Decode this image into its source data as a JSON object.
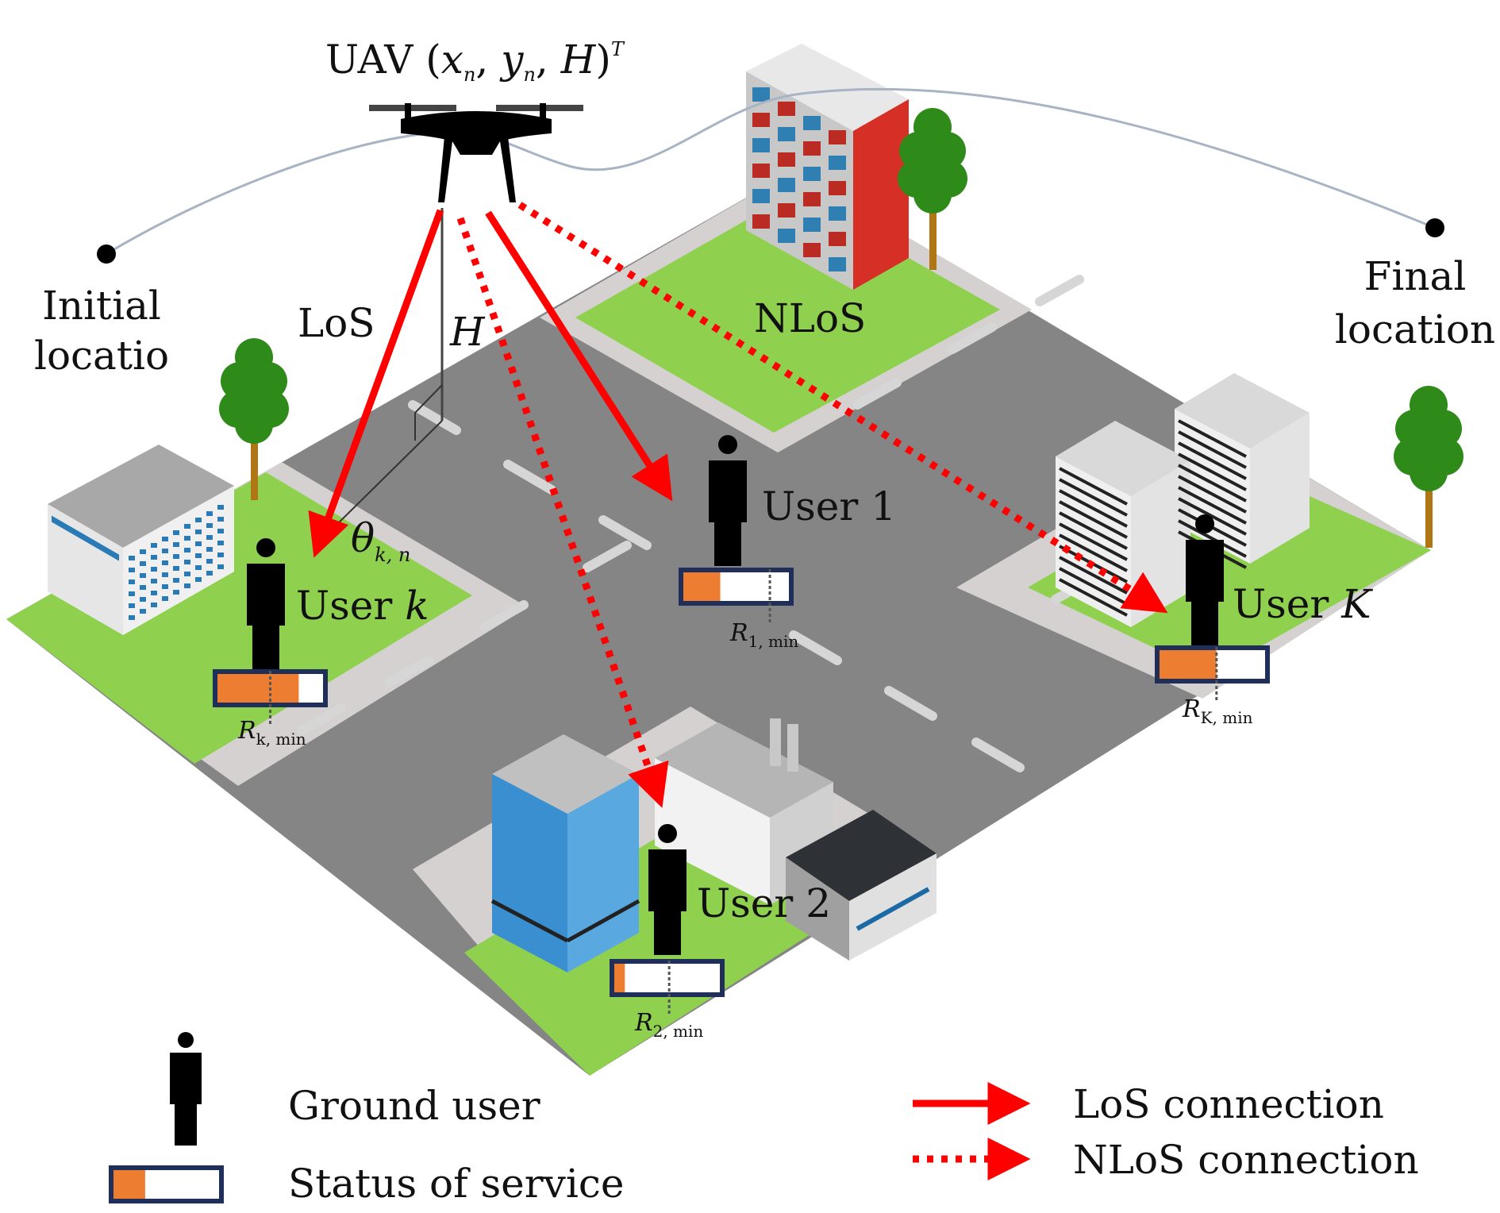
{
  "figure": {
    "uav_label": {
      "prefix": "UAV (",
      "x": "x",
      "x_sub": "n",
      "sep1": ", ",
      "y": "y",
      "y_sub": "n",
      "sep2": ", ",
      "h": "H",
      "suffix": ")",
      "sup": "T"
    },
    "trajectory": {
      "start_label": [
        "Initial",
        "locatio"
      ],
      "end_label": [
        "Final",
        "location"
      ]
    },
    "los_label": "LoS",
    "nlos_label": "NLoS",
    "height_label": "H",
    "angle_label": {
      "symbol": "θ",
      "sub": "k, n"
    },
    "colors": {
      "grass": "#8fd14f",
      "sidewalk": "#d4d1d0",
      "road": "#858585",
      "lane_mark": "#d6d6d6",
      "arrow": "#ff0000",
      "bar_fill": "#ed7d31",
      "bar_border": "#1f2f5a",
      "trajectory": "#a8b3c4"
    },
    "users": [
      {
        "id": "k",
        "label_prefix": "User ",
        "label_var": "k",
        "label_var_italic": true,
        "rmin_sub": "k, min",
        "service_fraction": 0.77,
        "rmin_fraction": 0.5,
        "link": "LoS"
      },
      {
        "id": "1",
        "label_prefix": "User ",
        "label_var": "1",
        "label_var_italic": false,
        "rmin_sub": "1, min",
        "service_fraction": 0.35,
        "rmin_fraction": 0.82,
        "link": "LoS"
      },
      {
        "id": "2",
        "label_prefix": "User ",
        "label_var": "2",
        "label_var_italic": false,
        "rmin_sub": "2, min",
        "service_fraction": 0.1,
        "rmin_fraction": 0.52,
        "link": "NLoS"
      },
      {
        "id": "K",
        "label_prefix": "User ",
        "label_var": "K",
        "label_var_italic": true,
        "rmin_sub": "K, min",
        "service_fraction": 0.54,
        "rmin_fraction": 0.54,
        "link": "NLoS"
      }
    ],
    "rmin_symbol": "R"
  },
  "legend": {
    "ground_user": "Ground user",
    "status_of_service": "Status of service",
    "status_example_fraction": 0.3,
    "los_connection": "LoS connection",
    "nlos_connection": "NLoS connection"
  }
}
